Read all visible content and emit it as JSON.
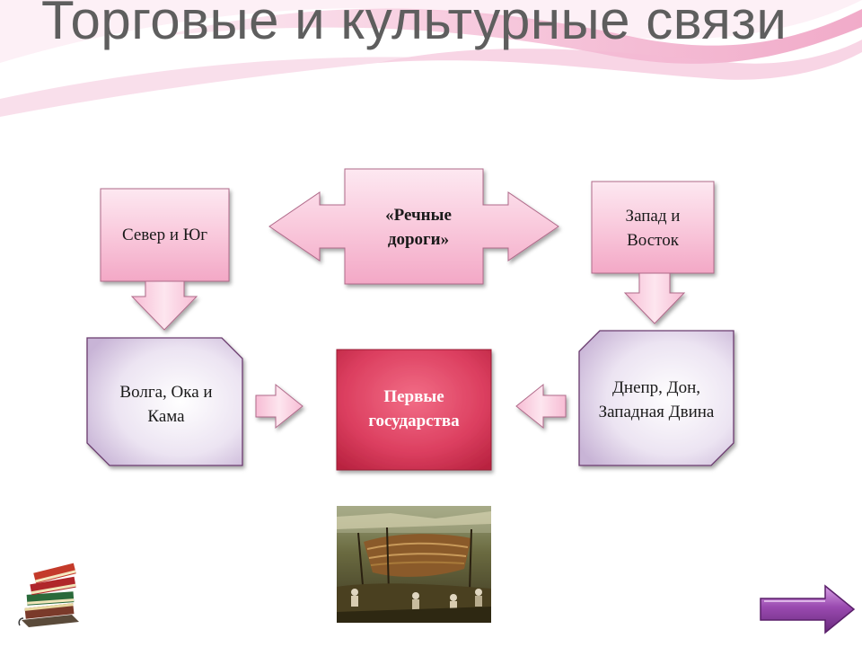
{
  "slide": {
    "title": "Торговые и культурные связи"
  },
  "diagram": {
    "top_left_box": "Север и Юг",
    "top_center_box": "«Речные дороги»",
    "top_right_box": "Запад и Восток",
    "bottom_left_box": "Волга, Ока и Кама",
    "center_box": "Первые государства",
    "bottom_right_box": "Днепр, Дон, Западная Двина"
  },
  "colors": {
    "pink_box": "#f8c6da",
    "lavender_box": "#e6dcee",
    "red_box": "#d83a5a",
    "nav_arrow": "#8a3a9e"
  },
  "icons": {
    "books": "books-icon",
    "next": "next-arrow-icon"
  }
}
